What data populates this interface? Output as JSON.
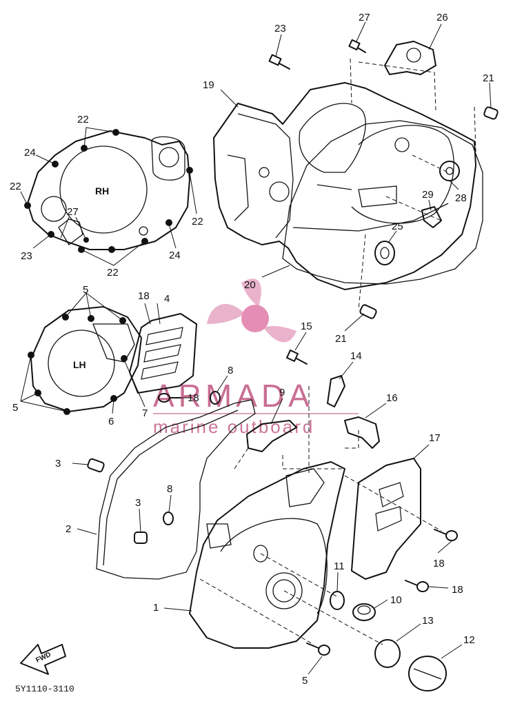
{
  "diagram": {
    "code": "5Y1110-3110",
    "fwd_label": "FWD",
    "cover_labels": {
      "right": "RH",
      "left": "LH"
    },
    "watermark": {
      "name": "ARMADA",
      "sub": "marine outboard"
    },
    "callouts": [
      {
        "id": "c23a",
        "text": "23"
      },
      {
        "id": "c27a",
        "text": "27"
      },
      {
        "id": "c26",
        "text": "26"
      },
      {
        "id": "c21a",
        "text": "21"
      },
      {
        "id": "c19",
        "text": "19"
      },
      {
        "id": "c22a",
        "text": "22"
      },
      {
        "id": "c24a",
        "text": "24"
      },
      {
        "id": "c22b",
        "text": "22"
      },
      {
        "id": "c27b",
        "text": "27"
      },
      {
        "id": "c22c",
        "text": "22"
      },
      {
        "id": "c23b",
        "text": "23"
      },
      {
        "id": "c24b",
        "text": "24"
      },
      {
        "id": "c22d",
        "text": "22"
      },
      {
        "id": "c28",
        "text": "28"
      },
      {
        "id": "c29",
        "text": "29"
      },
      {
        "id": "c25",
        "text": "25"
      },
      {
        "id": "c20",
        "text": "20"
      },
      {
        "id": "c21b",
        "text": "21"
      },
      {
        "id": "c5a",
        "text": "5"
      },
      {
        "id": "c18a",
        "text": "18"
      },
      {
        "id": "c4",
        "text": "4"
      },
      {
        "id": "c5b",
        "text": "5"
      },
      {
        "id": "c6",
        "text": "6"
      },
      {
        "id": "c7",
        "text": "7"
      },
      {
        "id": "c18b",
        "text": "18"
      },
      {
        "id": "c8a",
        "text": "8"
      },
      {
        "id": "c9",
        "text": "9"
      },
      {
        "id": "c15",
        "text": "15"
      },
      {
        "id": "c14",
        "text": "14"
      },
      {
        "id": "c16",
        "text": "16"
      },
      {
        "id": "c17",
        "text": "17"
      },
      {
        "id": "c3a",
        "text": "3"
      },
      {
        "id": "c8b",
        "text": "8"
      },
      {
        "id": "c3b",
        "text": "3"
      },
      {
        "id": "c2",
        "text": "2"
      },
      {
        "id": "c11",
        "text": "11"
      },
      {
        "id": "c18c",
        "text": "18"
      },
      {
        "id": "c18d",
        "text": "18"
      },
      {
        "id": "c10",
        "text": "10"
      },
      {
        "id": "c1",
        "text": "1"
      },
      {
        "id": "c13",
        "text": "13"
      },
      {
        "id": "c12",
        "text": "12"
      },
      {
        "id": "c5c",
        "text": "5"
      }
    ]
  }
}
